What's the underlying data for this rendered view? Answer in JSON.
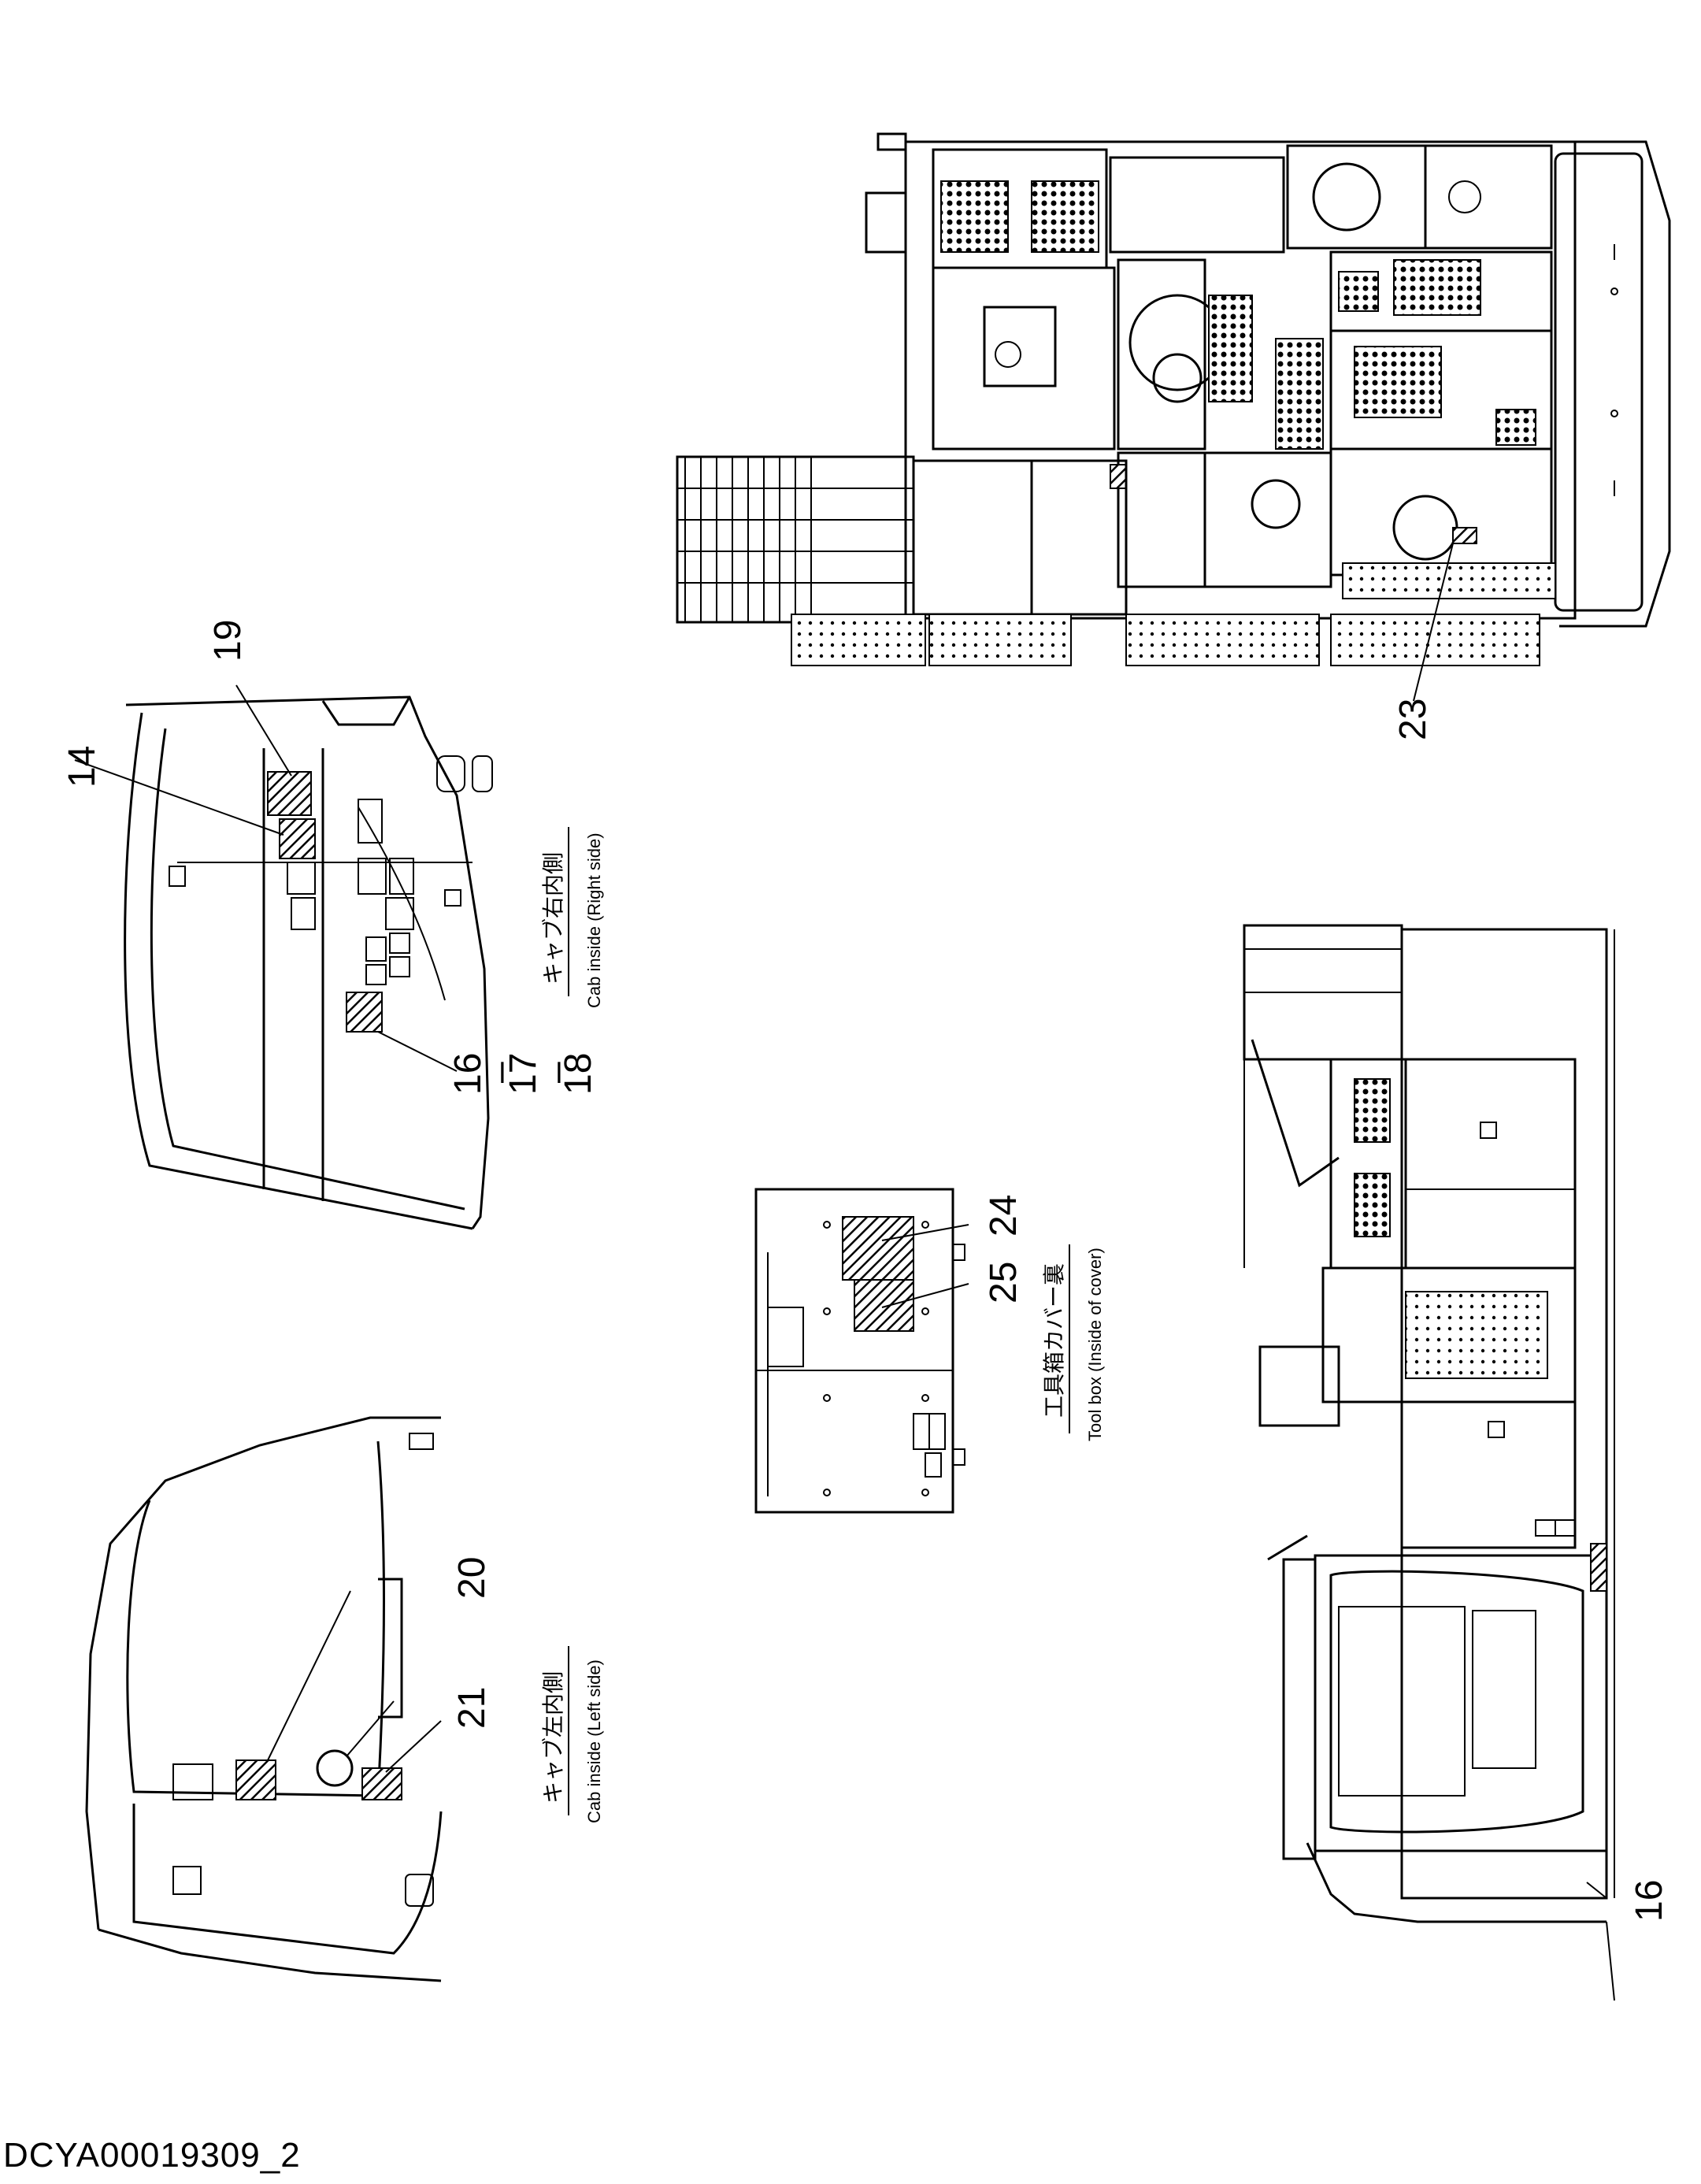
{
  "document_id": "DCYA00019309_2",
  "captions": {
    "cab_right_ja": "キャブ右内側",
    "cab_right_en": "Cab inside (Right side)",
    "cab_left_ja": "キャブ左内側",
    "cab_left_en": "Cab inside (Left side)",
    "toolbox_ja": "工具箱カバー裏",
    "toolbox_en": "Tool box (Inside of cover)"
  },
  "callouts": {
    "c14": "14",
    "c19": "19",
    "c16_right": "16",
    "c17": "17",
    "c18": "18",
    "c20": "20",
    "c21": "21",
    "c24": "24",
    "c25": "25",
    "c23": "23",
    "c16_side": "16",
    "dash1": "–",
    "dash2": "–"
  }
}
